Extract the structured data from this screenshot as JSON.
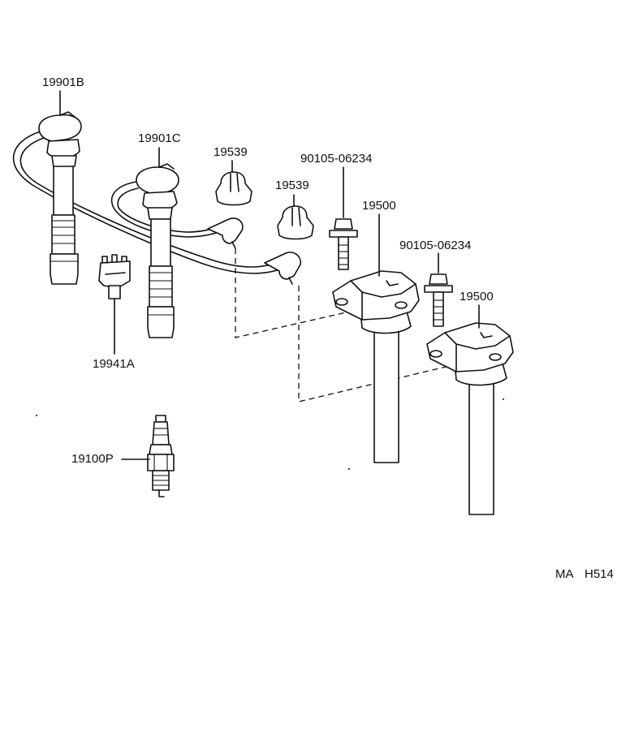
{
  "labels": {
    "wire_b": "19901B",
    "wire_c": "19901C",
    "cap_1": "19539",
    "cap_2": "19539",
    "bolt_1": "90105-06234",
    "bolt_2": "90105-06234",
    "coil_1": "19500",
    "coil_2": "19500",
    "clamp": "19941A",
    "spark_plug": "19100P"
  },
  "footer": {
    "code_prefix": "MA",
    "code": "H514"
  }
}
